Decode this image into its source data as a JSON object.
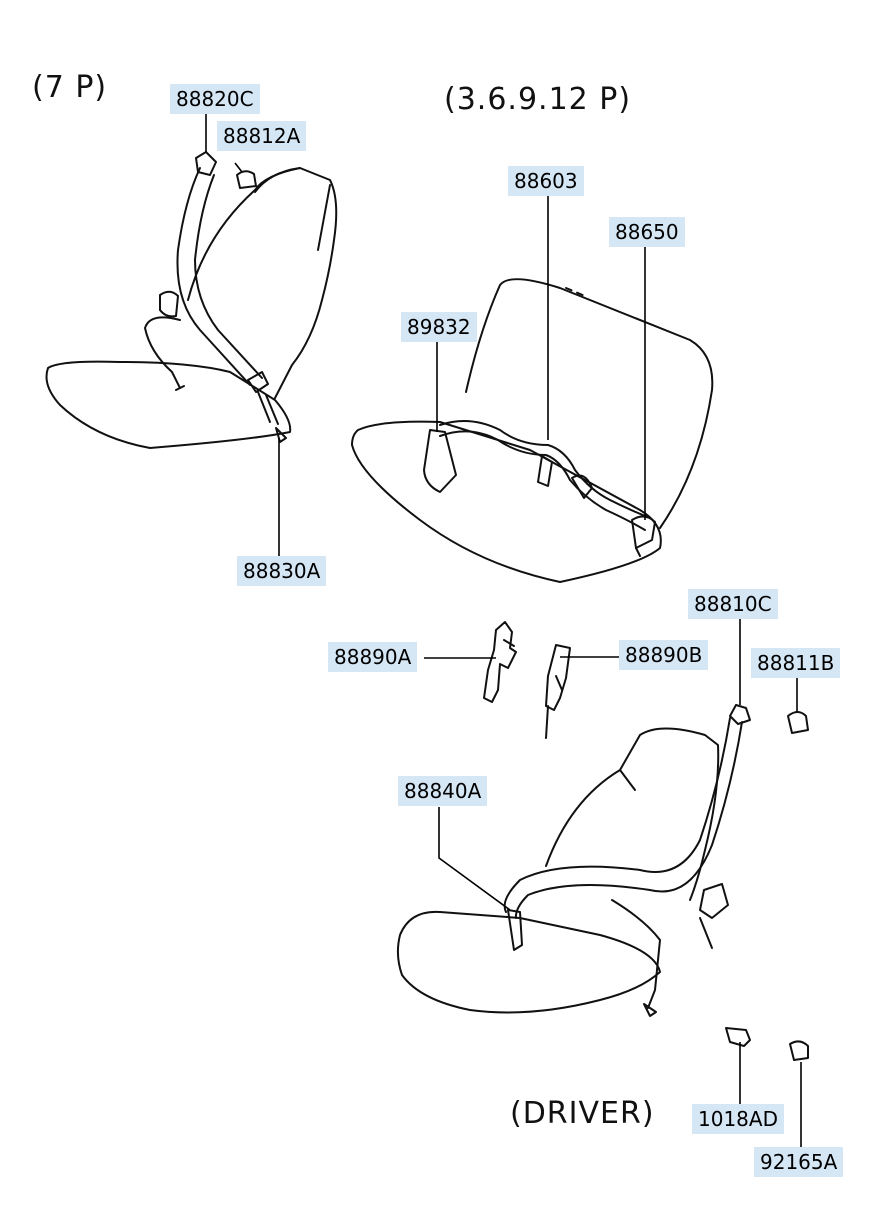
{
  "headings": {
    "seven_p": "(7 P)",
    "multi_p": "(3.6.9.12 P)",
    "driver": "(DRIVER)"
  },
  "parts": {
    "p88820C": "88820C",
    "p88812A": "88812A",
    "p88603": "88603",
    "p88650": "88650",
    "p89832": "89832",
    "p88830A": "88830A",
    "p88810C": "88810C",
    "p88890A": "88890A",
    "p88890B": "88890B",
    "p88811B": "88811B",
    "p88840A": "88840A",
    "p1018AD": "1018AD",
    "p92165A": "92165A"
  },
  "colors": {
    "label_background": "#d5e6f5",
    "line": "#111111"
  }
}
